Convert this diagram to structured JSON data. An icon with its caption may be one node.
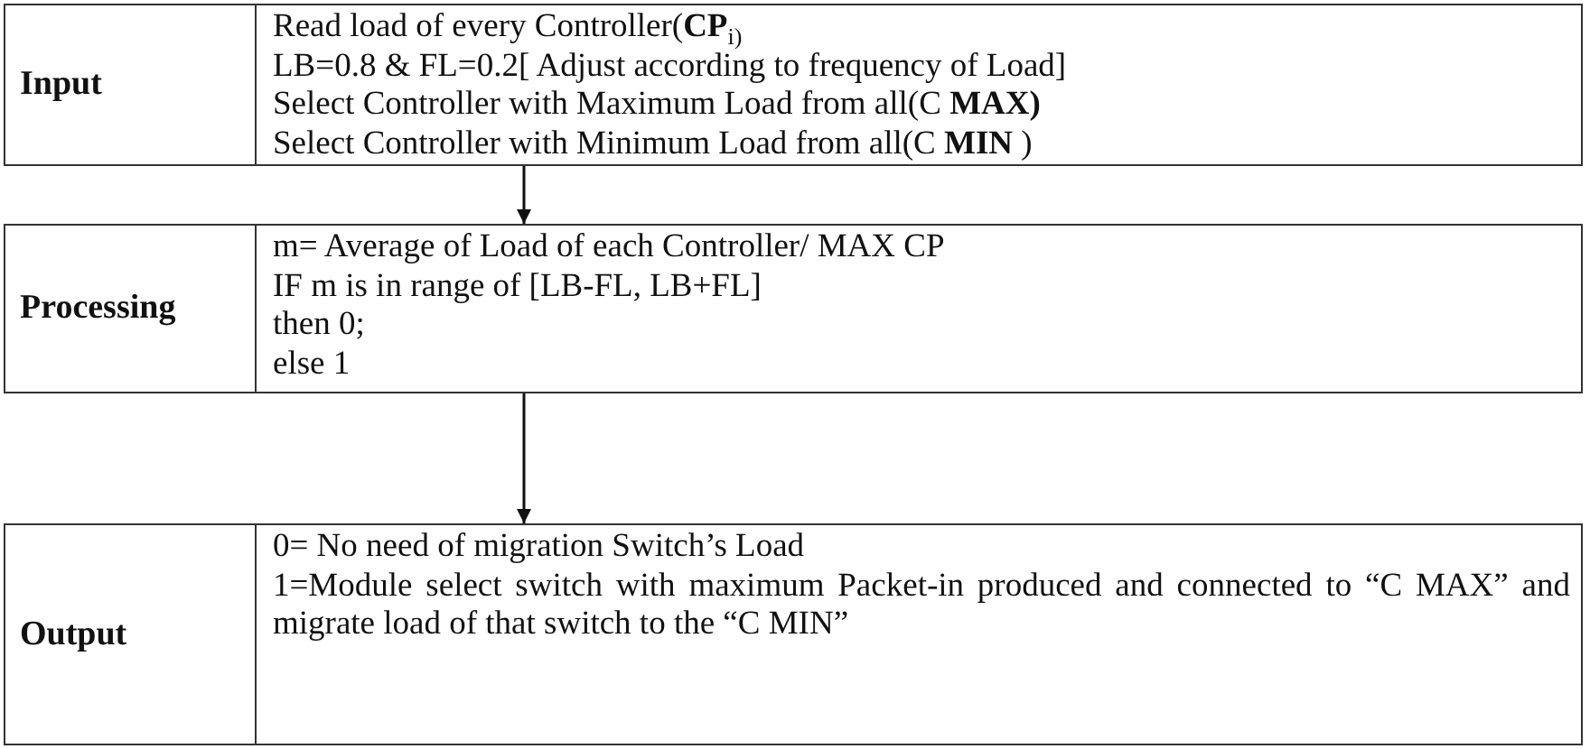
{
  "diagram": {
    "nodes": [
      {
        "text": [
          "Input",
          "Read load of every Controller(**CP**$_{i)}$",
          "LB=0.8 & FL=0.2[ Adjust according to frequency of Load]",
          "Select Controller with Maximum Load from all(C **MAX)**",
          "Select Controller with Minimum Load from all(C **MIN** )"
        ]
      },
      {
        "text": [
          "Processing",
          "m= Average of Load of each Controller/ MAX CP",
          "IF m is in range of [LB-FL, LB+FL]",
          "then 0;",
          "else 1"
        ]
      },
      {
        "text": [
          "Output",
          "0= No need of migration Switch’s Load",
          "1=Module select switch with maximum Packet-in produced and connected to “C MAX” and migrate load of that switch to the “C MIN”"
        ]
      }
    ],
    "edges": [
      {
        "from": 0,
        "to": 1,
        "arrow": "to"
      },
      {
        "from": 1,
        "to": 2,
        "arrow": "to"
      }
    ]
  }
}
